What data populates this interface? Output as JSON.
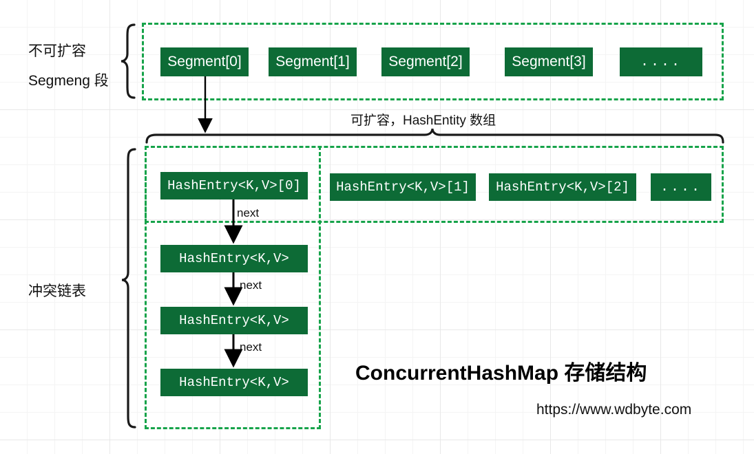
{
  "diagram": {
    "title": "ConcurrentHashMap 存储结构",
    "url": "https://www.wdbyte.com",
    "labels": {
      "left_top_line1": "不可扩容",
      "left_top_line2": "Segmeng 段",
      "left_bottom": "冲突链表",
      "middle_brace": "可扩容，HashEntity 数组",
      "next": "next"
    },
    "segment_row": {
      "boxes": [
        {
          "label": "Segment[0]"
        },
        {
          "label": "Segment[1]"
        },
        {
          "label": "Segment[2]"
        },
        {
          "label": "Segment[3]"
        },
        {
          "label": "...."
        }
      ]
    },
    "hashentry_row": {
      "boxes": [
        {
          "label": "HashEntry<K,V>[0]"
        },
        {
          "label": "HashEntry<K,V>[1]"
        },
        {
          "label": "HashEntry<K,V>[2]"
        },
        {
          "label": "...."
        }
      ]
    },
    "chain": {
      "nodes": [
        {
          "label": "HashEntry<K,V>"
        },
        {
          "label": "HashEntry<K,V>"
        },
        {
          "label": "HashEntry<K,V>"
        }
      ],
      "edge_labels": [
        "next",
        "next",
        "next"
      ]
    },
    "colors": {
      "box_fill": "#0d6b36",
      "box_text": "#ffffff",
      "dashed_border": "#16a34a",
      "arrow": "#000000",
      "grid": "#e8e8e8",
      "background": "#ffffff"
    }
  }
}
